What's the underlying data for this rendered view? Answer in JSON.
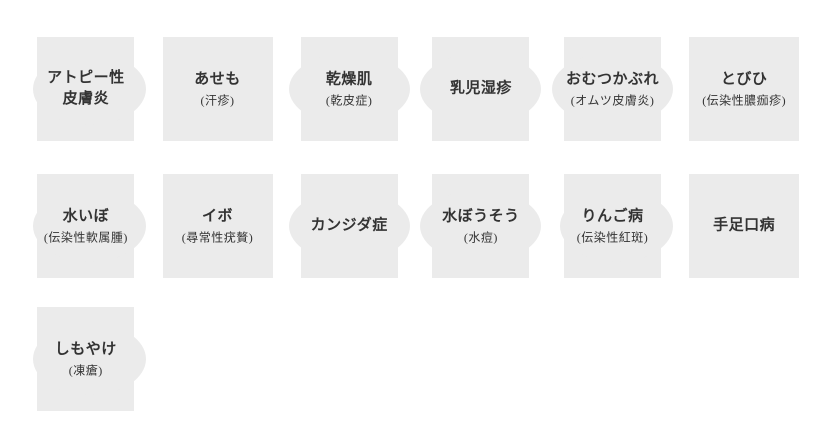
{
  "theme": {
    "page_bg": "#ffffff",
    "tile_bg": "#ebebeb",
    "text_color": "#333333"
  },
  "tiles": [
    {
      "title": "アトピー性",
      "title_line2": "皮膚炎",
      "subtitle": "",
      "shape": "bulge-right"
    },
    {
      "title": "あせも",
      "title_line2": "",
      "subtitle": "(汗疹)",
      "shape": "square"
    },
    {
      "title": "乾燥肌",
      "title_line2": "",
      "subtitle": "(乾皮症)",
      "shape": "bulge-both"
    },
    {
      "title": "乳児湿疹",
      "title_line2": "",
      "subtitle": "",
      "shape": "bulge-both"
    },
    {
      "title": "おむつかぶれ",
      "title_line2": "",
      "subtitle": "(オムツ皮膚炎)",
      "shape": "bulge-both"
    },
    {
      "title": "とびひ",
      "title_line2": "",
      "subtitle": "(伝染性膿痂疹)",
      "shape": "square"
    },
    {
      "title": "水いぼ",
      "title_line2": "",
      "subtitle": "(伝染性軟属腫)",
      "shape": "bulge-right"
    },
    {
      "title": "イボ",
      "title_line2": "",
      "subtitle": "(尋常性疣贅)",
      "shape": "square"
    },
    {
      "title": "カンジダ症",
      "title_line2": "",
      "subtitle": "",
      "shape": "bulge-both"
    },
    {
      "title": "水ぼうそう",
      "title_line2": "",
      "subtitle": "(水痘)",
      "shape": "bulge-both"
    },
    {
      "title": "りんご病",
      "title_line2": "",
      "subtitle": "(伝染性紅斑)",
      "shape": "bulge-right"
    },
    {
      "title": "手足口病",
      "title_line2": "",
      "subtitle": "",
      "shape": "square"
    },
    {
      "title": "しもやけ",
      "title_line2": "",
      "subtitle": "(凍瘡)",
      "shape": "bulge-right"
    }
  ]
}
